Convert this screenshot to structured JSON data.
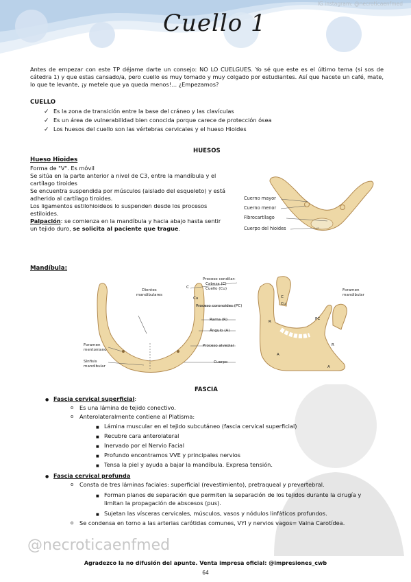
{
  "header": {
    "title": "Cuello 1",
    "watermark": "IG instagram: @necroticaenfmed"
  },
  "intro": "Antes de empezar con este TP déjame darte un consejo: NO LO CUELGUES. Yo sé que este es el último tema (si sos de cátedra 1) y que estas cansado/a, pero cuello es muy tomado y muy colgado por estudiantes. Así que hacete un café, mate, lo que te levante, ¡y metele que ya queda menos!… ¿Empezamos?",
  "cuello": {
    "heading": "CUELLO",
    "items": [
      "Es la zona de transición entre la base del cráneo y las clavículas",
      "Es un área de vulnerabilidad bien conocida porque carece de protección ósea",
      "Los huesos del cuello son las vértebras cervicales y el hueso Hioides"
    ]
  },
  "huesos": {
    "heading": "HUESOS",
    "hioides": {
      "heading": "Hueso Hioides",
      "lines": [
        "Forma de \"V\". Es móvil",
        "Se sitúa en la parte anterior a nivel de C3, entre la mandíbula y el",
        "cartílago tiroides",
        "Se encuentra suspendida por músculos (aislado del esqueleto) y está",
        "adherido al cartílago tiroides.",
        "Los ligamentos estilohioideos lo suspenden desde los procesos",
        "estiloides."
      ],
      "palpacion_label": "Palpación",
      "palpacion_text": ": se comienza en la mandíbula y hacia abajo hasta sentir",
      "palpacion_text2": "un tejido duro, ",
      "palpacion_bold": "se solicita al paciente que trague",
      "figure_labels": [
        "Cuerno mayor",
        "Cuerno menor",
        "Fibrocartílago",
        "Cuerpo del hioides"
      ]
    },
    "mandibula": {
      "heading": "Mandíbula:",
      "labels_left": [
        "Dientes mandibulares",
        "Foramen mentoniano",
        "Sínfisis mandibular"
      ],
      "labels_center": [
        "Proceso condilar:",
        "Cabeza (C)",
        "Cuello (Cu)",
        "Proceso coronoides (PC)",
        "Rama (R)",
        "Ángulo (A)",
        "Proceso alveolar",
        "Cuerpo"
      ],
      "labels_right": [
        "Foramen mandibular"
      ],
      "letters": [
        "C",
        "Cu",
        "R",
        "A",
        "PC",
        "C",
        "Cu",
        "R",
        "A"
      ]
    }
  },
  "fascia": {
    "heading": "FASCIA",
    "superficial": {
      "title": "Fascia cervical superficial",
      "colon": ":",
      "sub": [
        "Es una lámina de tejido conectivo.",
        "Anterolateralmente contiene al Platisma:"
      ],
      "platisma": [
        "Lámina muscular en el tejido subcutáneo (fascia cervical superficial)",
        "Recubre cara anterolateral",
        "Inervado por el Nervio Facial",
        "Profundo encontramos VVE y principales nervios",
        "Tensa la piel y ayuda a bajar la mandíbula. Expresa tensión."
      ]
    },
    "profunda": {
      "title": "Fascia cervical profunda",
      "sub1": "Consta de tres láminas faciales: superficial (revestimiento), pretraqueal y prevertebral.",
      "sub1_items": [
        "Forman planos de separación que permiten la separación de los tejidos durante la cirugía y",
        "limitan la propagación de abscesos (pus).",
        "Sujetan las vísceras cervicales, músculos, vasos y nódulos linfáticos profundos."
      ],
      "sub2": "Se condensa en torno a las arterias carótidas comunes, VYI y nervios vagos= Vaina Carotídea."
    }
  },
  "footer": {
    "handle": "@necroticaenfmed",
    "note": "Agradezco la no difusión del apunte. Venta impresa oficial: @impresiones_cwb",
    "page": "64"
  },
  "colors": {
    "accent_blue": "#d6e3f2",
    "bone": "#eed8a6"
  }
}
